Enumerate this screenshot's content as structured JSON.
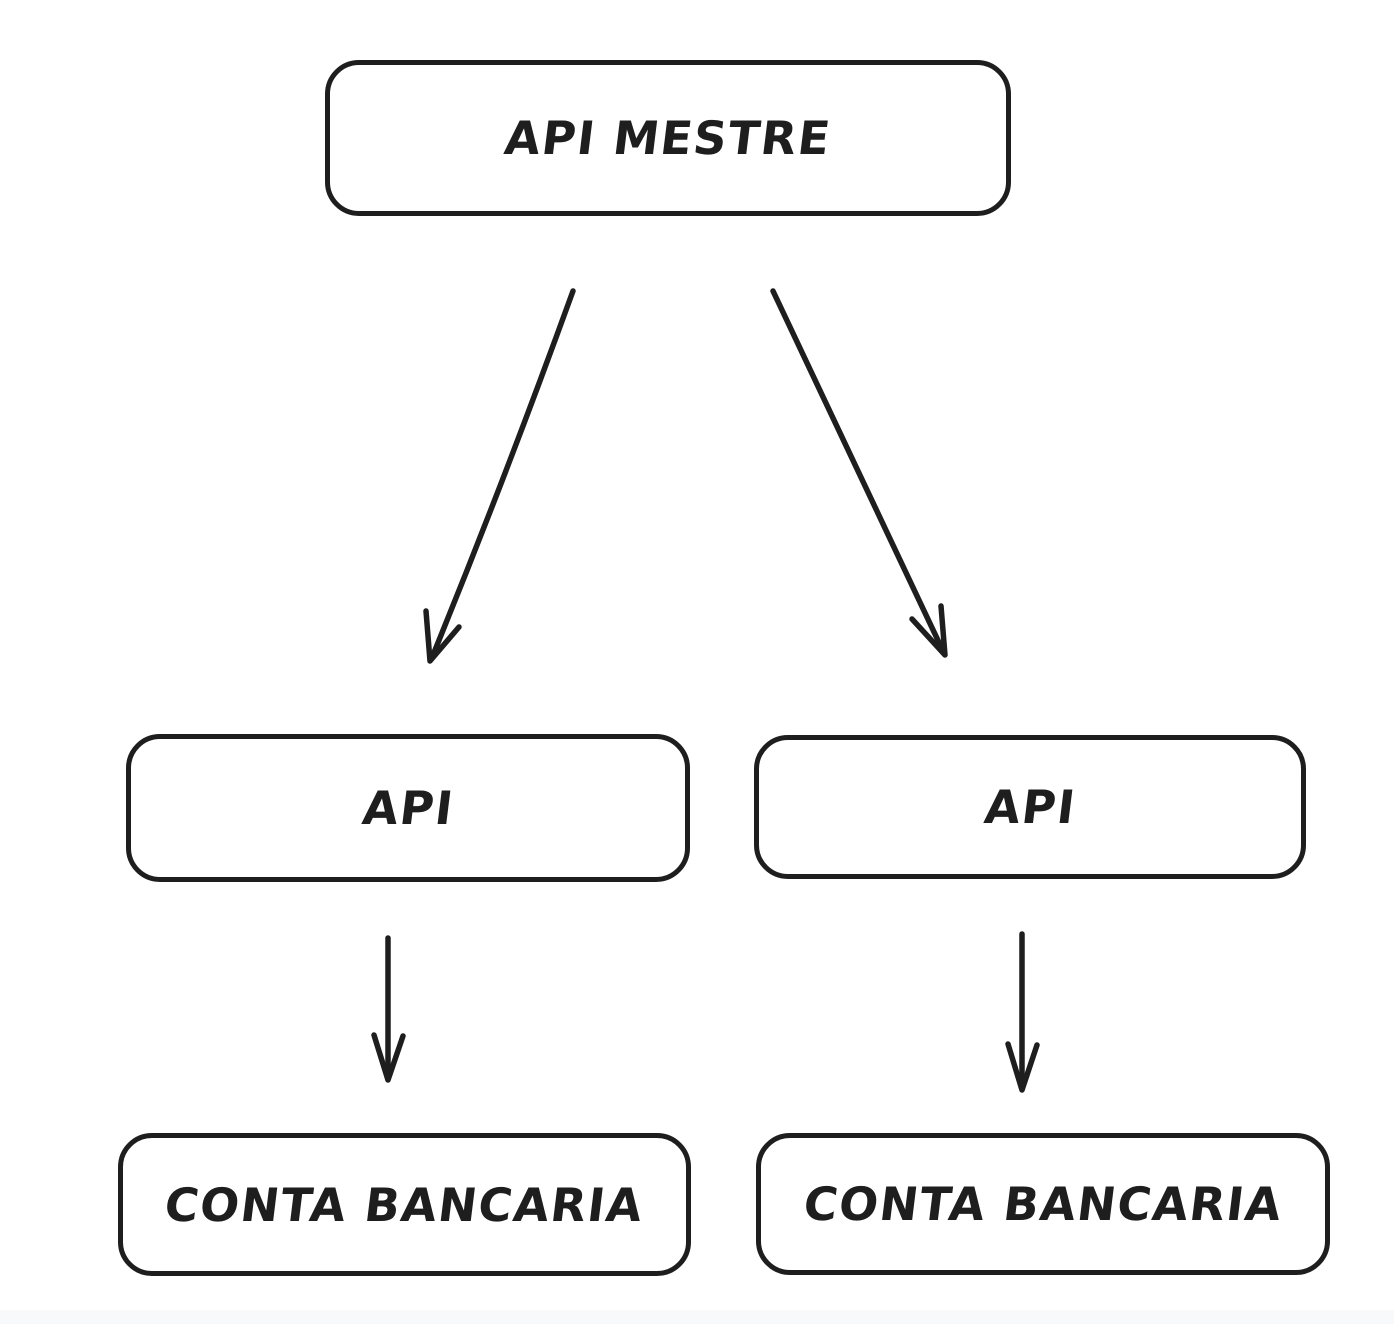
{
  "colors": {
    "background": "#ffffff",
    "stroke": "#1e1e1e",
    "footer_strip": "#f8f9fa"
  },
  "diagram": {
    "nodes": [
      {
        "id": "api-mestre",
        "label": "API MESTRE"
      },
      {
        "id": "api-left",
        "label": "API"
      },
      {
        "id": "api-right",
        "label": "API"
      },
      {
        "id": "conta-bancaria-left",
        "label": "CONTA BANCARIA"
      },
      {
        "id": "conta-bancaria-right",
        "label": "CONTA BANCARIA"
      }
    ],
    "edges": [
      {
        "from": "api-mestre",
        "to": "api-left",
        "style": "arrow"
      },
      {
        "from": "api-mestre",
        "to": "api-right",
        "style": "arrow"
      },
      {
        "from": "api-left",
        "to": "conta-bancaria-left",
        "style": "arrow"
      },
      {
        "from": "api-right",
        "to": "conta-bancaria-right",
        "style": "arrow"
      }
    ]
  }
}
